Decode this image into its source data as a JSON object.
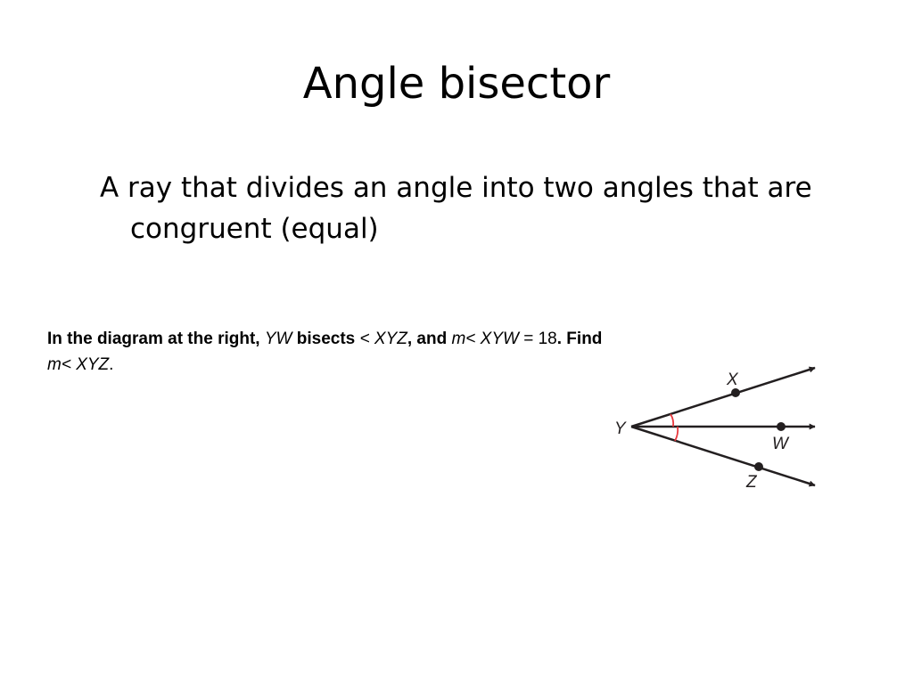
{
  "slide": {
    "title": "Angle bisector",
    "definition": "A ray that divides an angle into two angles that are congruent (equal)"
  },
  "problem": {
    "part1": "In the diagram at the right, ",
    "ray": "YW",
    "part2": " bisects  ",
    "angle1": "< XYZ",
    "part3": ", and ",
    "measure_prefix": "m",
    "angle2": "< XYW",
    "equals": " = 18",
    "part4": ". Find",
    "find_prefix": "m",
    "angle3": "< XYZ",
    "period": "."
  },
  "diagram": {
    "labels": {
      "x": "X",
      "y": "Y",
      "w": "W",
      "z": "Z"
    },
    "colors": {
      "ray": "#231f20",
      "arc": "#e8383d"
    }
  }
}
